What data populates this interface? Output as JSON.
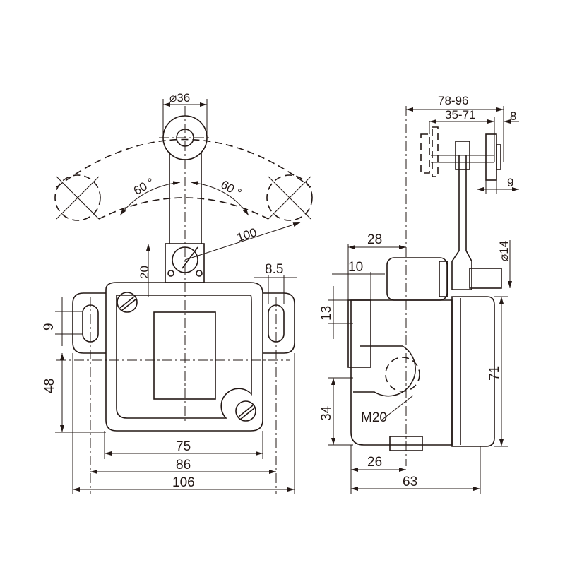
{
  "front_view": {
    "dims": {
      "roller_dia": "⌀36",
      "angle_left": "60 °",
      "angle_right": "60 °",
      "lever_radius": "100",
      "hub_offset": "20",
      "ear_width": "8.5",
      "slot_width": "9",
      "mount_height": "48",
      "body_width": "75",
      "mount_spacing": "86",
      "overall_width": "106"
    }
  },
  "side_view": {
    "dims": {
      "lever_range": "78-96",
      "roller_range": "35-71",
      "roller_width": "8",
      "roller_offset": "9",
      "cap_offset": "28",
      "flange": "10",
      "shaft_dia": "⌀14",
      "flange_height": "13",
      "body_height": "71",
      "conduit_height": "34",
      "conduit_thread": "M20",
      "conduit_offset": "26",
      "body_depth": "63"
    }
  }
}
